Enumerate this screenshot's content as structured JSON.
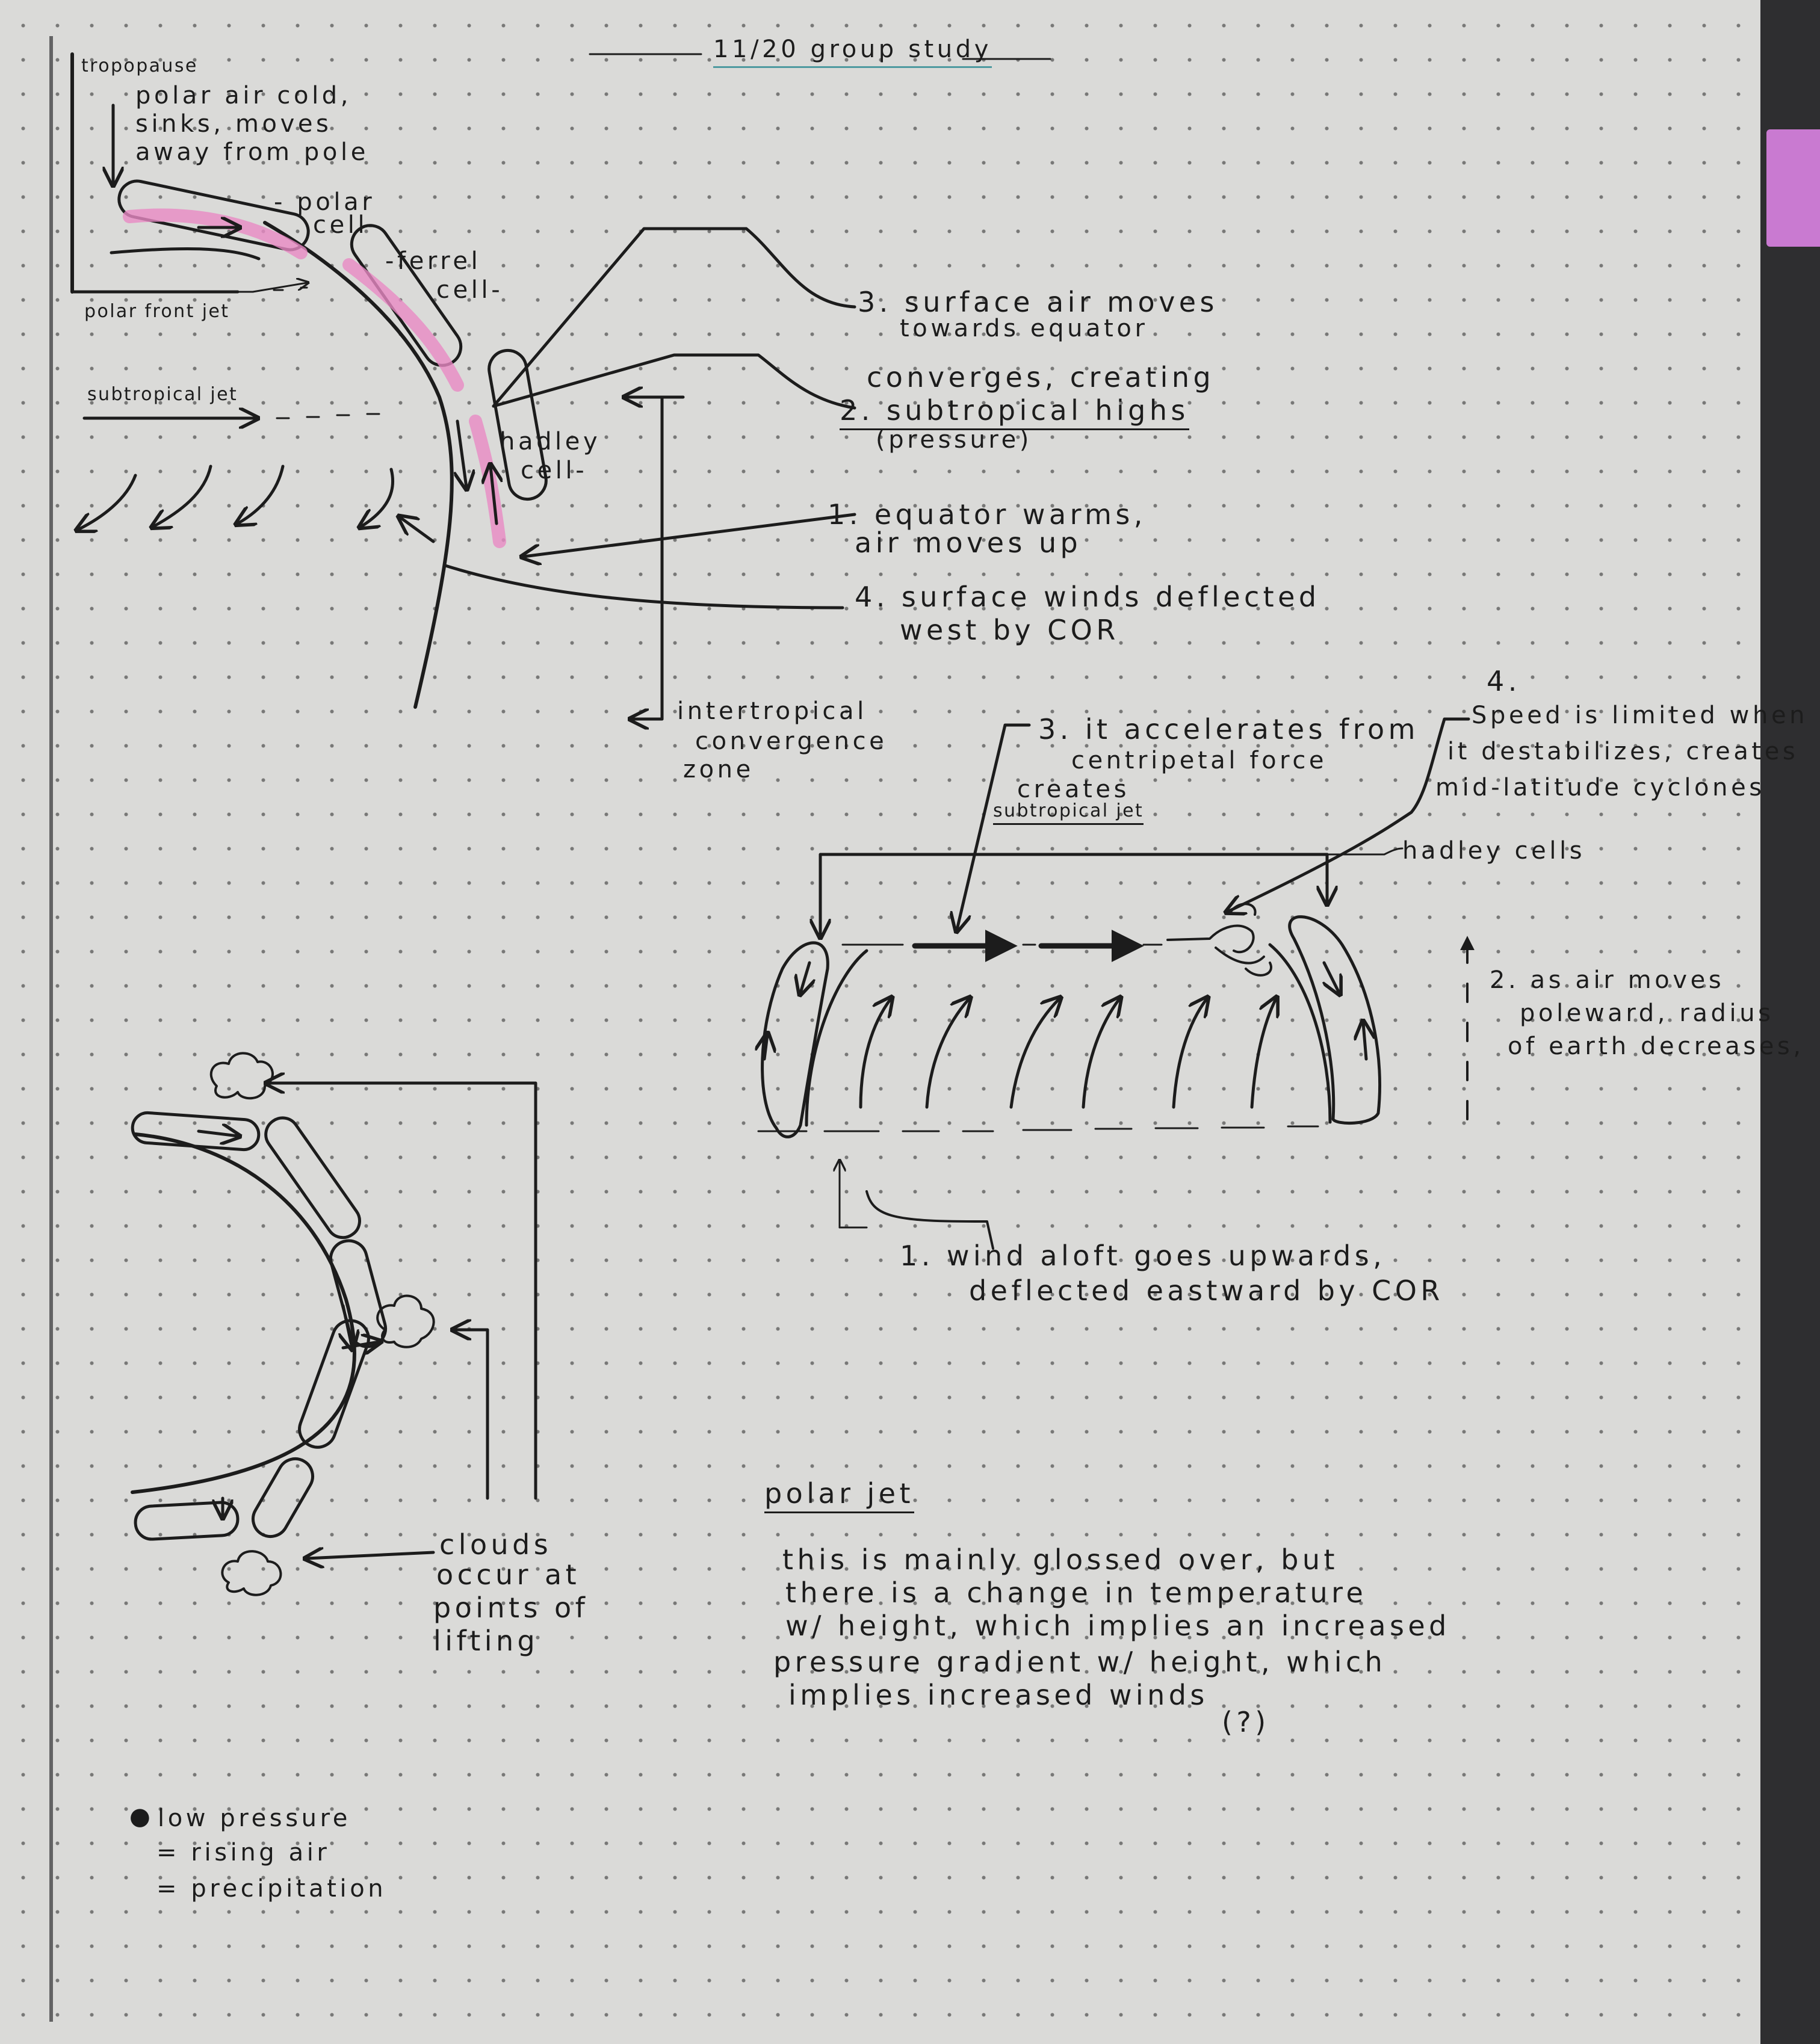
{
  "title": "11/20 group study",
  "atmosphere_diagram": {
    "tropopause": "tropopause",
    "polar_air": [
      "polar air cold,",
      "sinks, moves",
      "away from pole"
    ],
    "polar_cell": [
      "- polar",
      "cell-"
    ],
    "ferrel_cell": [
      "-ferrel",
      "cell-"
    ],
    "hadley_cell": [
      "hadley",
      "cell-"
    ],
    "polar_front_jet": "polar front jet",
    "subtropical_jet": "subtropical jet",
    "step3": [
      "3. surface air moves",
      "towards equator"
    ],
    "step2_converges": "converges, creating",
    "step2_high": "2. subtropical highs",
    "step2_pressure": "(pressure)",
    "step1": [
      "1. equator warms,",
      "air moves up"
    ],
    "step4": [
      "4. surface winds deflected",
      "west by COR"
    ],
    "itcz": [
      "intertropical",
      "convergence",
      "zone"
    ]
  },
  "jet_diagram": {
    "step4_num": "4.",
    "step4": [
      "Speed is limited when",
      "it destabilizes, creates",
      "mid-latitude cyclones"
    ],
    "step3": [
      "3. it accelerates from",
      "centripetal force"
    ],
    "creates": "creates",
    "subtropical_jet": "subtropical jet",
    "hadley_cells": "hadley cells",
    "step2": [
      "2. as air moves",
      "poleward, radius",
      "of earth decreases,"
    ],
    "step1": [
      "1. wind aloft goes upwards,",
      "deflected eastward by COR"
    ]
  },
  "clouds_diagram": {
    "label": [
      "clouds",
      "occur at",
      "points of",
      "lifting"
    ]
  },
  "polar_jet": {
    "heading": "polar jet",
    "body": [
      "this is mainly glossed over, but",
      "there is a change in temperature",
      "w/ height, which implies an increased",
      "pressure gradient w/ height, which",
      "implies increased winds"
    ],
    "question": "(?)"
  },
  "low_pressure_note": {
    "bullet": "●",
    "lines": [
      "low pressure",
      "= rising air",
      "= precipitation"
    ]
  },
  "colors": {
    "paper": "#dadad8",
    "ink": "#1c1c1c",
    "highlight_pink": "#e88ac4",
    "title_underline": "#4e9aa0",
    "tab_purple": "#c97ad1"
  }
}
